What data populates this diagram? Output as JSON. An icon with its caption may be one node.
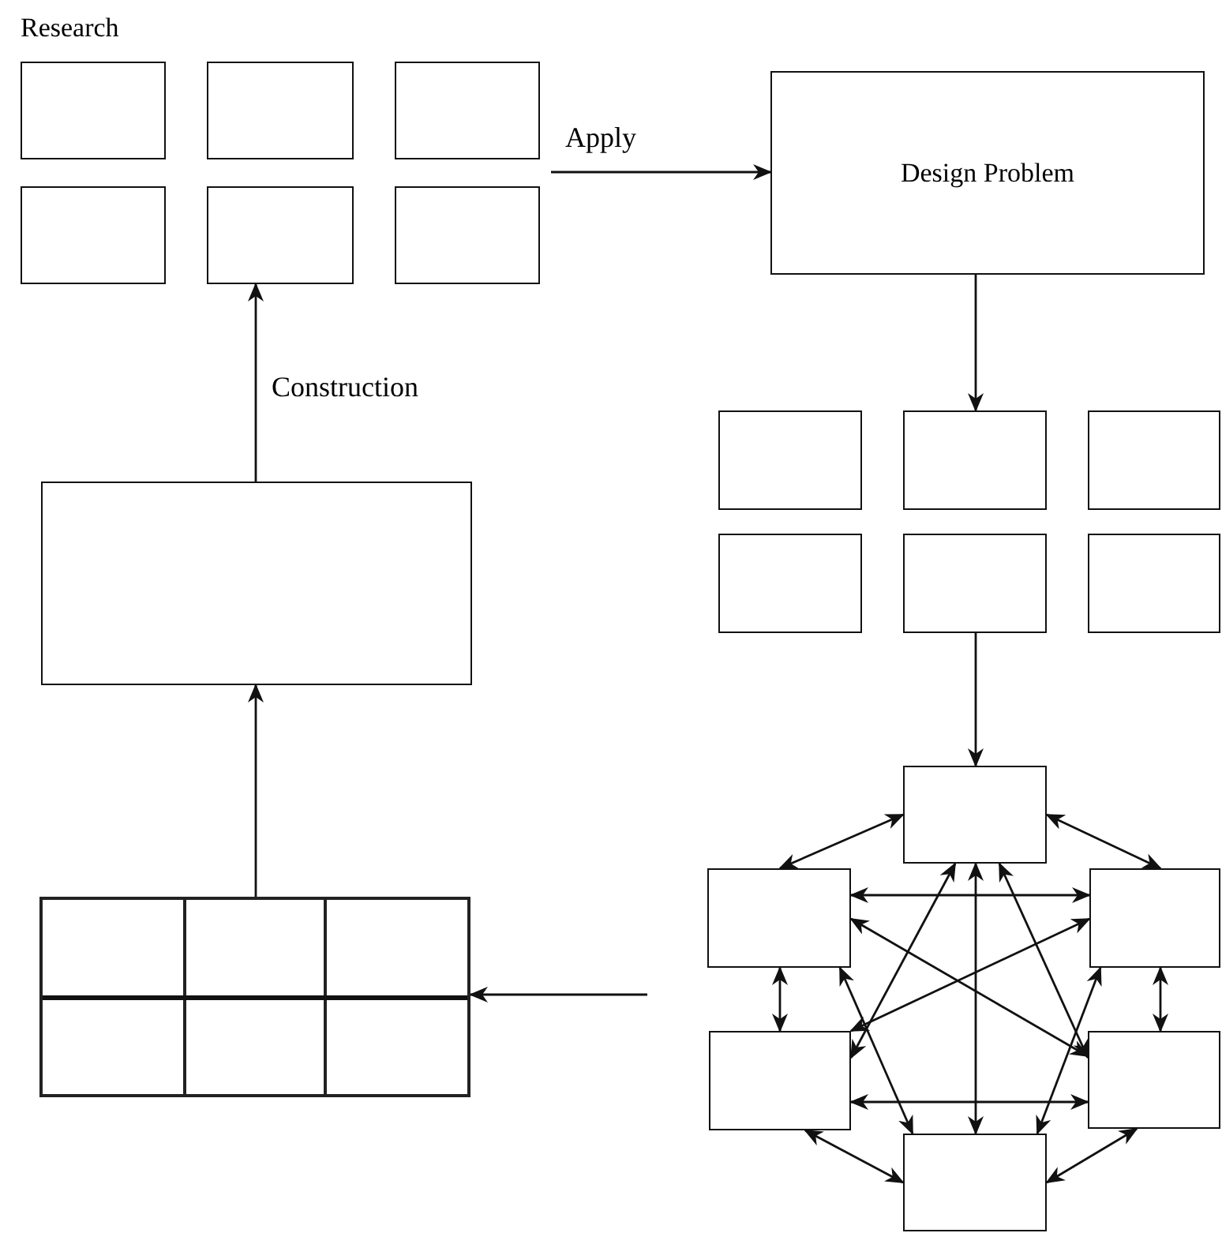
{
  "diagram": {
    "nodes": [
      {
        "text": [],
        "shape": "box"
      },
      {
        "text": [],
        "shape": "box"
      },
      {
        "text": [],
        "shape": "box"
      },
      {
        "text": [],
        "shape": "box"
      },
      {
        "text": [],
        "shape": "box"
      },
      {
        "text": [],
        "shape": "box"
      },
      {
        "text": [
          "Design Problem"
        ]
      },
      {
        "text": [],
        "shape": "box"
      },
      {
        "text": [],
        "shape": "box"
      },
      {
        "text": [],
        "shape": "box"
      },
      {
        "text": [],
        "shape": "box"
      },
      {
        "text": [],
        "shape": "box"
      },
      {
        "text": [],
        "shape": "box"
      },
      {
        "text": [],
        "shape": "box"
      },
      {
        "text": [],
        "shape": "grid"
      },
      {
        "text": [],
        "shape": "box"
      },
      {
        "text": [],
        "shape": "box"
      },
      {
        "text": [],
        "shape": "box"
      },
      {
        "text": [],
        "shape": "box"
      },
      {
        "text": [],
        "shape": "box"
      },
      {
        "text": [],
        "shape": "box"
      }
    ],
    "edges": [
      {
        "from": 2,
        "to": 6,
        "arrow": "to",
        "label": "Apply"
      },
      {
        "from": 6,
        "to": 8,
        "arrow": "to"
      },
      {
        "from": 11,
        "to": 15,
        "arrow": "to"
      },
      {
        "from": null,
        "to": 14,
        "arrow": "to"
      },
      {
        "from": 14,
        "to": 13,
        "arrow": "to"
      },
      {
        "from": 13,
        "to": 4,
        "arrow": "to",
        "label": "Construction"
      },
      {
        "from": 15,
        "to": 16,
        "arrow": "both"
      },
      {
        "from": 15,
        "to": 17,
        "arrow": "both"
      },
      {
        "from": 15,
        "to": 20,
        "arrow": "both"
      },
      {
        "from": 15,
        "to": 18,
        "arrow": "both"
      },
      {
        "from": 15,
        "to": 19,
        "arrow": "both"
      },
      {
        "from": 16,
        "to": 17,
        "arrow": "both"
      },
      {
        "from": 16,
        "to": 18,
        "arrow": "both"
      },
      {
        "from": 16,
        "to": 19,
        "arrow": "both"
      },
      {
        "from": 16,
        "to": 20,
        "arrow": "both"
      },
      {
        "from": 17,
        "to": 18,
        "arrow": "both"
      },
      {
        "from": 17,
        "to": 19,
        "arrow": "both"
      },
      {
        "from": 17,
        "to": 20,
        "arrow": "both"
      },
      {
        "from": 18,
        "to": 19,
        "arrow": "both"
      },
      {
        "from": 18,
        "to": 20,
        "arrow": "both"
      },
      {
        "from": 19,
        "to": 20,
        "arrow": "both"
      }
    ],
    "labels": [
      "Research"
    ]
  }
}
